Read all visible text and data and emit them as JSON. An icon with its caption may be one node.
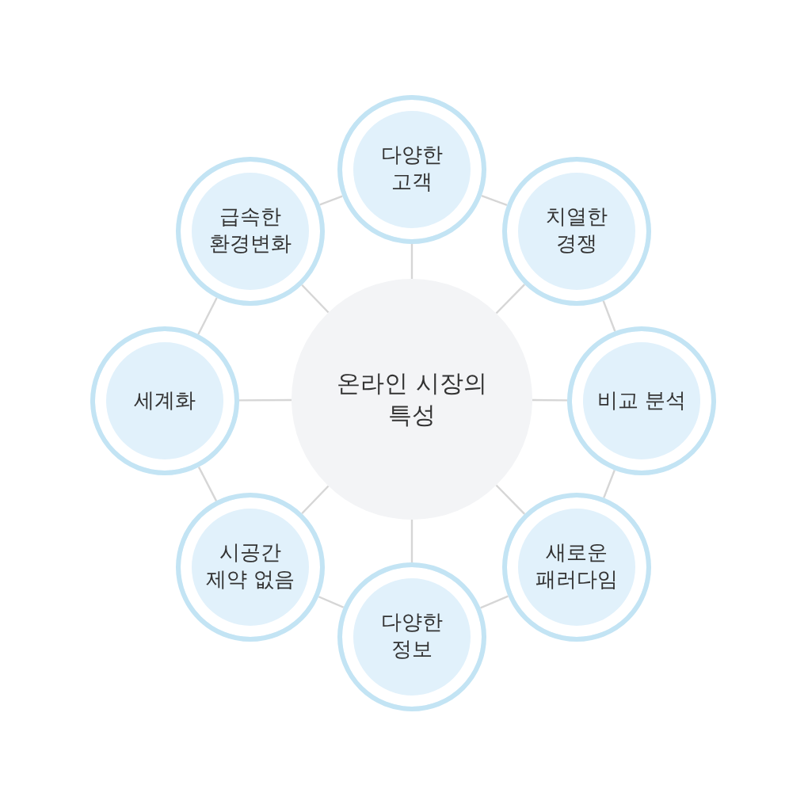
{
  "diagram": {
    "nodes": [
      {
        "text": [
          "온라인 시장의 특성"
        ]
      },
      {
        "text": [
          "다양한 고객"
        ]
      },
      {
        "text": [
          "치열한 경쟁"
        ]
      },
      {
        "text": [
          "비교 분석"
        ]
      },
      {
        "text": [
          "새로운 패러다임"
        ]
      },
      {
        "text": [
          "다양한 정보"
        ]
      },
      {
        "text": [
          "시공간 제약 없음"
        ]
      },
      {
        "text": [
          "세계화"
        ]
      },
      {
        "text": [
          "급속한 환경변화"
        ]
      }
    ],
    "edges": [
      {
        "from": 0,
        "to": 1,
        "arrow": "none"
      },
      {
        "from": 0,
        "to": 2,
        "arrow": "none"
      },
      {
        "from": 0,
        "to": 3,
        "arrow": "none"
      },
      {
        "from": 0,
        "to": 4,
        "arrow": "none"
      },
      {
        "from": 0,
        "to": 5,
        "arrow": "none"
      },
      {
        "from": 0,
        "to": 6,
        "arrow": "none"
      },
      {
        "from": 0,
        "to": 7,
        "arrow": "none"
      },
      {
        "from": 0,
        "to": 8,
        "arrow": "none"
      },
      {
        "from": 1,
        "to": 2,
        "arrow": "none"
      },
      {
        "from": 2,
        "to": 3,
        "arrow": "none"
      },
      {
        "from": 3,
        "to": 4,
        "arrow": "none"
      },
      {
        "from": 4,
        "to": 5,
        "arrow": "none"
      },
      {
        "from": 5,
        "to": 6,
        "arrow": "none"
      },
      {
        "from": 6,
        "to": 7,
        "arrow": "none"
      },
      {
        "from": 7,
        "to": 8,
        "arrow": "none"
      },
      {
        "from": 8,
        "to": 1,
        "arrow": "none"
      }
    ]
  }
}
